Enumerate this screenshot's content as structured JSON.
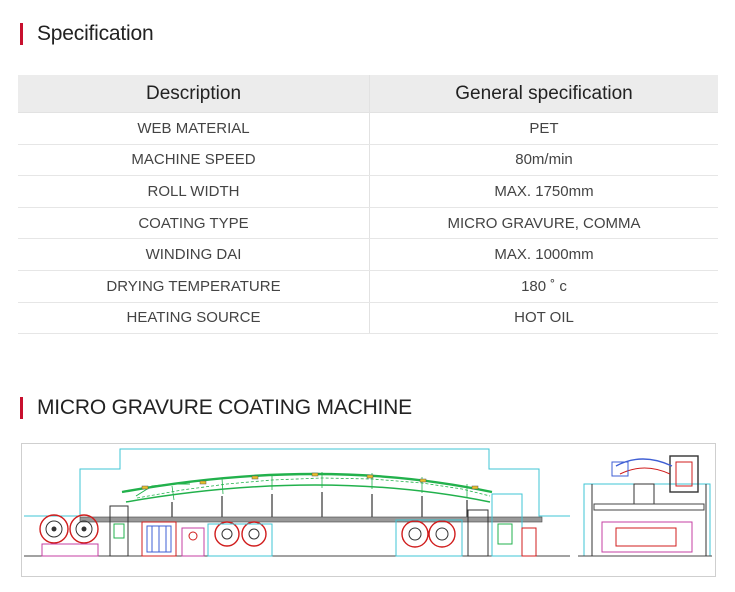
{
  "spec_section": {
    "title": "Specification"
  },
  "spec_table": {
    "headers": [
      "Description",
      "General specification"
    ],
    "rows": [
      [
        "WEB MATERIAL",
        "PET"
      ],
      [
        "MACHINE SPEED",
        "80m/min"
      ],
      [
        "ROLL WIDTH",
        "MAX. 1750mm"
      ],
      [
        "COATING TYPE",
        "MICRO GRAVURE, COMMA"
      ],
      [
        "WINDING DAI",
        "MAX. 1000mm"
      ],
      [
        "DRYING TEMPERATURE",
        "180 ˚ c"
      ],
      [
        "HEATING SOURCE",
        "HOT OIL"
      ]
    ]
  },
  "machine_section": {
    "title": "MICRO GRAVURE COATING MACHINE"
  },
  "colors": {
    "accent": "#c8102e",
    "header_bg": "#ececec",
    "drawing_cyan": "#3fc6d4",
    "drawing_green": "#22b14c",
    "drawing_red": "#d01c1c",
    "drawing_magenta": "#c43fa3"
  }
}
